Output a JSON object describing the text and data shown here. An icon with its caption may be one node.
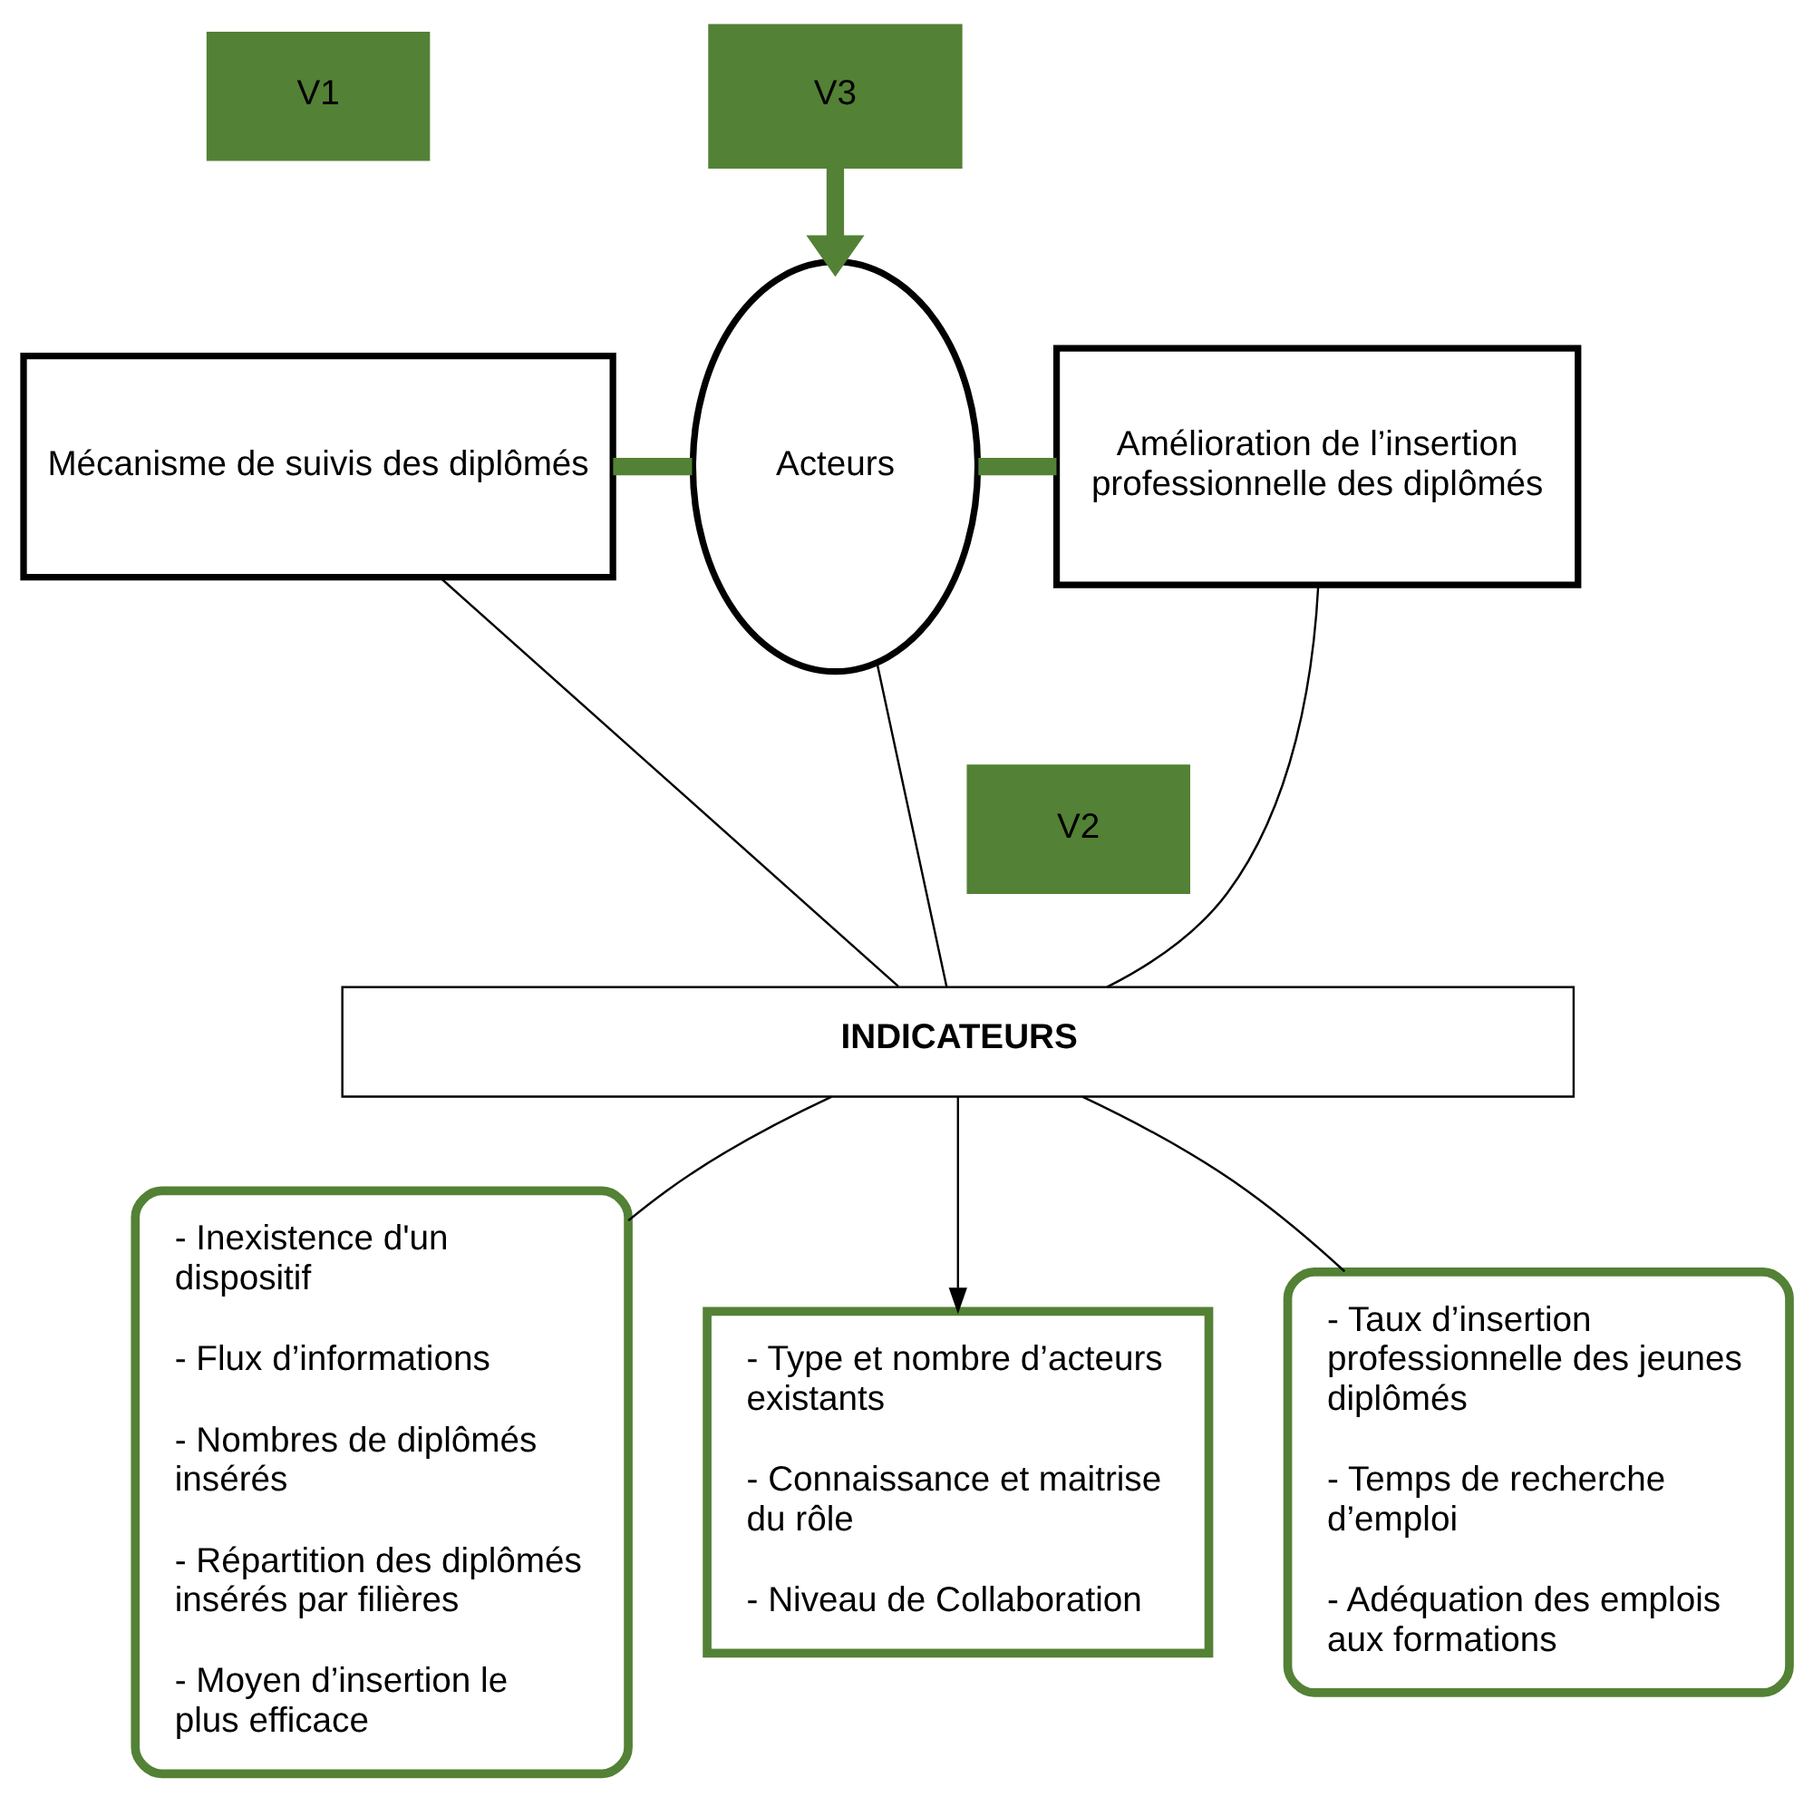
{
  "diagram": {
    "nodes": [
      {
        "text": [
          "V1"
        ]
      },
      {
        "text": [
          "V3"
        ]
      },
      {
        "text": [
          "Mécanisme de suivis des diplômés"
        ]
      },
      {
        "text": [
          "Acteurs"
        ]
      },
      {
        "text": [
          "Amélioration de l’insertion professionnelle des diplômés"
        ]
      },
      {
        "text": [
          "V2"
        ]
      },
      {
        "text": [
          "INDICATEURS"
        ]
      },
      {
        "text": [
          "- Inexistence d'un dispositif",
          "- Flux d’informations",
          "- Nombres de diplômés insérés",
          "- Répartition des diplômés insérés par filières",
          "- Moyen d’insertion le plus efficace"
        ]
      },
      {
        "text": [
          "- Type et nombre d’acteurs existants",
          "- Connaissance et maitrise du rôle",
          "- Niveau de Collaboration"
        ]
      },
      {
        "text": [
          "- Taux d’insertion professionnelle des jeunes diplômés",
          "- Temps de recherche d’emploi",
          "- Adéquation des emplois aux formations"
        ]
      }
    ],
    "edges": [
      {
        "from": 1,
        "to": 3,
        "arrow": "to",
        "style": "thick",
        "color": "#538135"
      },
      {
        "from": 2,
        "to": 3,
        "arrow": "none",
        "style": "thick",
        "color": "#538135"
      },
      {
        "from": 3,
        "to": 4,
        "arrow": "none",
        "style": "thick",
        "color": "#538135"
      },
      {
        "from": 2,
        "to": 6,
        "arrow": "none"
      },
      {
        "from": 3,
        "to": 6,
        "arrow": "none"
      },
      {
        "from": 4,
        "to": 6,
        "arrow": "none"
      },
      {
        "from": 6,
        "to": 7,
        "arrow": "none"
      },
      {
        "from": 6,
        "to": 8,
        "arrow": "to"
      },
      {
        "from": 6,
        "to": 9,
        "arrow": "none"
      }
    ]
  }
}
